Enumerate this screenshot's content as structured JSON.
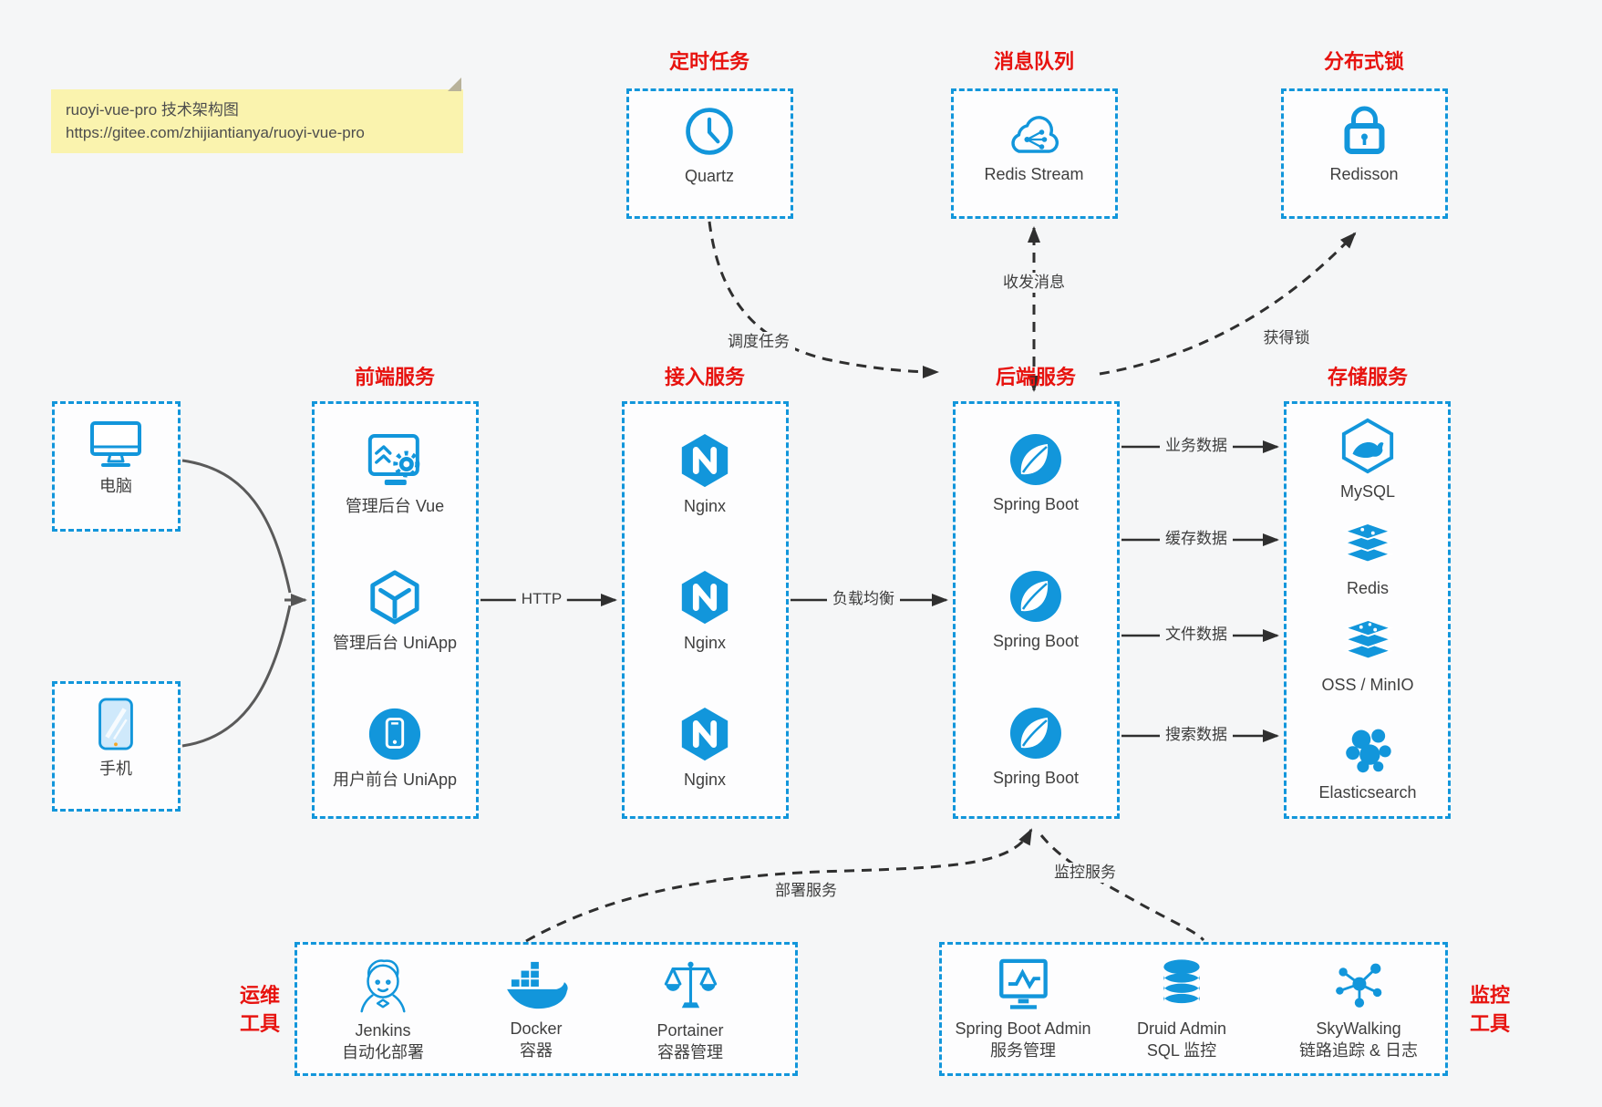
{
  "note": {
    "line1": "ruoyi-vue-pro 技术架构图",
    "line2": "https://gitee.com/zhijiantianya/ruoyi-vue-pro"
  },
  "top": {
    "scheduler": {
      "title": "定时任务",
      "item_label": "Quartz"
    },
    "mq": {
      "title": "消息队列",
      "item_label": "Redis Stream"
    },
    "lock": {
      "title": "分布式锁",
      "item_label": "Redisson"
    }
  },
  "devices": {
    "pc": {
      "label": "电脑"
    },
    "mobile": {
      "label": "手机"
    }
  },
  "columns": {
    "frontend": {
      "title": "前端服务",
      "items": [
        {
          "label": "管理后台 Vue"
        },
        {
          "label": "管理后台 UniApp"
        },
        {
          "label": "用户前台 UniApp"
        }
      ]
    },
    "access": {
      "title": "接入服务",
      "items": [
        {
          "label": "Nginx"
        },
        {
          "label": "Nginx"
        },
        {
          "label": "Nginx"
        }
      ]
    },
    "backend": {
      "title": "后端服务",
      "items": [
        {
          "label": "Spring Boot"
        },
        {
          "label": "Spring Boot"
        },
        {
          "label": "Spring Boot"
        }
      ]
    },
    "storage": {
      "title": "存储服务",
      "items": [
        {
          "label": "MySQL"
        },
        {
          "label": "Redis"
        },
        {
          "label": "OSS / MinIO"
        },
        {
          "label": "Elasticsearch"
        }
      ]
    }
  },
  "bottom": {
    "ops": {
      "side1": "运维",
      "side2": "工具",
      "items": [
        {
          "name": "Jenkins",
          "desc": "自动化部署"
        },
        {
          "name": "Docker",
          "desc": "容器"
        },
        {
          "name": "Portainer",
          "desc": "容器管理"
        }
      ]
    },
    "monitor": {
      "side1": "监控",
      "side2": "工具",
      "items": [
        {
          "name": "Spring Boot Admin",
          "desc": "服务管理"
        },
        {
          "name": "Druid Admin",
          "desc": "SQL 监控"
        },
        {
          "name": "SkyWalking",
          "desc": "链路追踪 & 日志"
        }
      ]
    }
  },
  "edges": {
    "http": "HTTP",
    "lb": "负载均衡",
    "schedule": "调度任务",
    "msg": "收发消息",
    "lock": "获得锁",
    "biz": "业务数据",
    "cache": "缓存数据",
    "file": "文件数据",
    "search": "搜索数据",
    "deploy": "部署服务",
    "monitor": "监控服务"
  },
  "colors": {
    "accent_blue": "#1296db",
    "title_red": "#e7130f",
    "note_bg": "#faf3ae",
    "label_gray": "#3f3f3f",
    "arrow_dark": "#2f2f2f",
    "arrow_gray": "#555555"
  }
}
